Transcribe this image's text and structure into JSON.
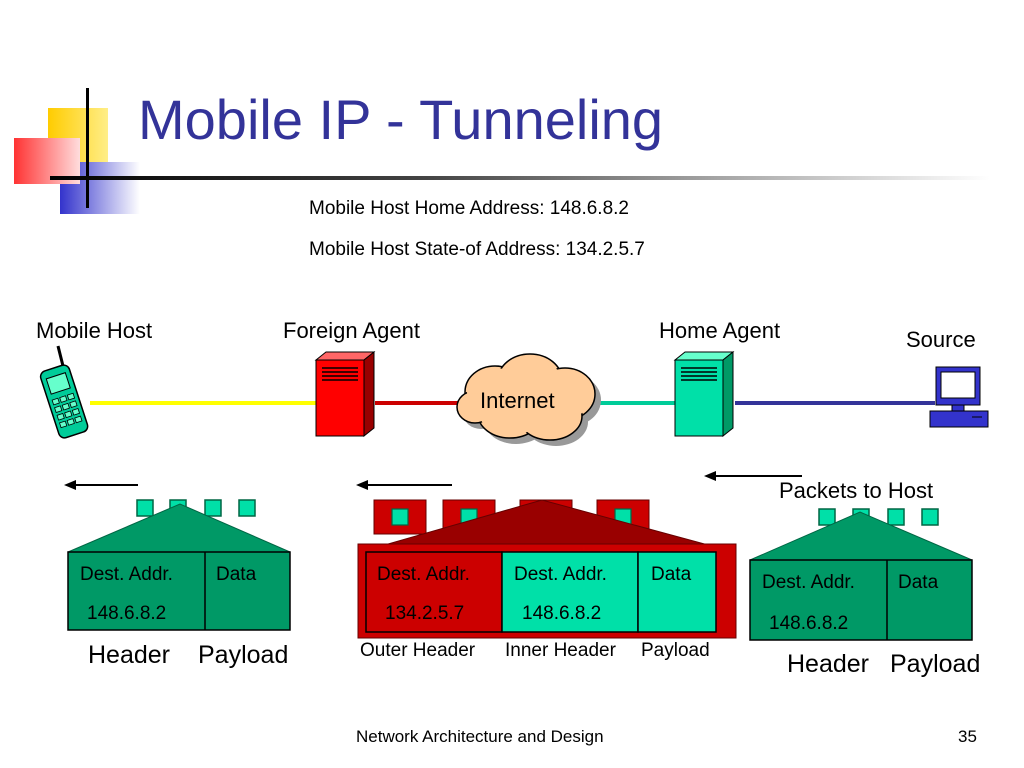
{
  "slide": {
    "title": "Mobile IP - Tunneling",
    "home_address_line": "Mobile Host Home Address: 148.6.8.2",
    "state_address_line": "Mobile Host State-of Address: 134.2.5.7",
    "footer_text": "Network Architecture and Design",
    "page_number": "35"
  },
  "nodes": {
    "mobile_host": "Mobile Host",
    "foreign_agent": "Foreign Agent",
    "home_agent": "Home Agent",
    "source": "Source",
    "internet": "Internet"
  },
  "packets_to_host_label": "Packets to Host",
  "packet_left": {
    "dest_label": "Dest. Addr.",
    "dest_value": "148.6.8.2",
    "data_label": "Data",
    "header_caption": "Header",
    "payload_caption": "Payload"
  },
  "packet_middle": {
    "outer_dest_label": "Dest. Addr.",
    "outer_dest_value": "134.2.5.7",
    "inner_dest_label": "Dest. Addr.",
    "inner_dest_value": "148.6.8.2",
    "data_label": "Data",
    "outer_caption": "Outer Header",
    "inner_caption": "Inner Header",
    "payload_caption": "Payload"
  },
  "packet_right": {
    "dest_label": "Dest. Addr.",
    "dest_value": "148.6.8.2",
    "data_label": "Data",
    "header_caption": "Header",
    "payload_caption": "Payload"
  },
  "colors": {
    "title": "#333399",
    "teal_packet": "#009966",
    "mint_packet": "#00e0a8",
    "red_packet": "#cc0000",
    "dark_red": "#990000",
    "link_yellow": "#ffff00",
    "link_red": "#cc0000",
    "link_teal": "#00cc99",
    "link_blue": "#333399"
  }
}
